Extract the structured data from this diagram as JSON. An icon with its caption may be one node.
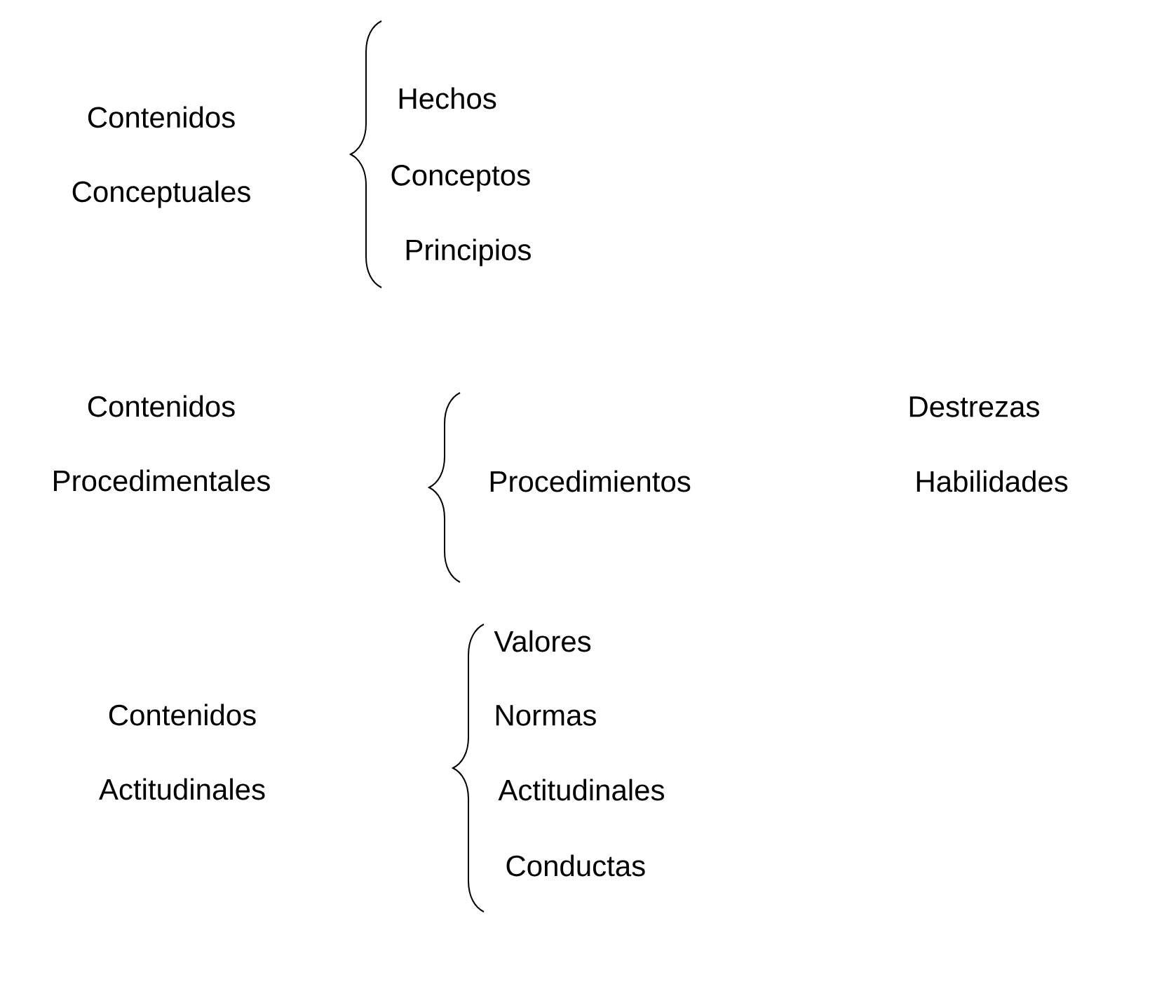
{
  "diagram": {
    "labels": [
      "Contenidos Conceptuales",
      "Hechos",
      "Conceptos",
      "Principios",
      "Contenidos Procedimentales",
      "Procedimientos",
      "Destrezas",
      "Habilidades",
      "Contenidos Actitudinales",
      "Valores",
      "Normas",
      "Actitudinales",
      "Conductas"
    ]
  }
}
